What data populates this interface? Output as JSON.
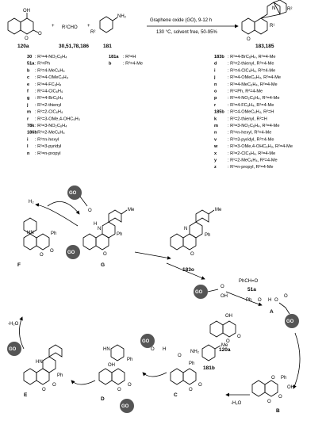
{
  "reaction": {
    "reagent_left": "120a",
    "reagent_middle_formula": "R¹CHO",
    "reagent_middle_ids": "30,51,78,186",
    "reagent_right": "181",
    "plus": "+",
    "conditions_top": "Graphene oxide (GO), 9-12 h",
    "conditions_bottom": "130 °C, solvent free, 50-95%",
    "product": "183,185"
  },
  "substituents_left": [
    {
      "id": "30",
      "text": ": R¹=4-NO₂C₆H₄"
    },
    {
      "id": "51a",
      "text": ": R¹=Ph"
    },
    {
      "id": "b",
      "text": ": R¹=4-MeC₆H₄"
    },
    {
      "id": "c",
      "text": ": R¹=4-OMeC₆H₄"
    },
    {
      "id": "e",
      "text": ": R¹=4-FC₆H₄"
    },
    {
      "id": "f",
      "text": ": R¹=4-ClC₆H₄"
    },
    {
      "id": "g",
      "text": ": R¹=4-BrC₆H₄"
    },
    {
      "id": "j",
      "text": ": R¹=2-thienyl"
    },
    {
      "id": "m",
      "text": ": R¹=2-ClC₆H₄"
    },
    {
      "id": "r",
      "text": ": R¹=3-OMe,4-OHC₆H₃"
    },
    {
      "id": "78k",
      "text": ": R¹=3-NO₂C₆H₄"
    },
    {
      "id": "186h",
      "text": ": R¹=2-MeC₆H₄"
    },
    {
      "id": "i",
      "text": ": R¹=n-hexyl"
    },
    {
      "id": "l",
      "text": ": R¹=3-pyridyl"
    },
    {
      "id": "n",
      "text": ": R¹=n-propyl"
    }
  ],
  "amines": [
    {
      "id": "181a",
      "text": ": R²=H"
    },
    {
      "id": "b",
      "text": ": R²=4-Me"
    }
  ],
  "substituents_right": [
    {
      "id": "183b",
      "text": ": R¹=4-BrC₆H₄, R²=4-Me"
    },
    {
      "id": "d",
      "text": ": R¹=2-thienyl, R²=4-Me"
    },
    {
      "id": "i",
      "text": ": R¹=4-ClC₆H₄, R²=4-Me"
    },
    {
      "id": "j",
      "text": ": R¹=4-OMeC₆H₄, R²=4-Me"
    },
    {
      "id": "n",
      "text": ": R¹=4-MeC₆H₄, R²=4-Me"
    },
    {
      "id": "o",
      "text": ": R¹=Ph, R²=4-Me"
    },
    {
      "id": "p",
      "text": ": R¹=4-NO₂C₆H₄, R²=4-Me"
    },
    {
      "id": "r",
      "text": ": R¹=4-FC₆H₄, R²=4-Me"
    },
    {
      "id": "185b",
      "text": ": R¹=4-OMeC₆H₄, R²=H"
    },
    {
      "id": "k",
      "text": ": R¹=2-thienyl, R²=H"
    },
    {
      "id": "m",
      "text": ": R¹=3-NO₂C₆H₄, R²=4-Me"
    },
    {
      "id": "n",
      "text": ": R¹=n-hexyl, R²=4-Me"
    },
    {
      "id": "v",
      "text": ": R¹=3-pyridyl, R²=4-Me"
    },
    {
      "id": "w",
      "text": ": R¹=3-OMe,4-OHC₆H₃, R²=4-Me"
    },
    {
      "id": "x",
      "text": ": R¹=2-ClC₆H₄, R²=4-Me"
    },
    {
      "id": "y",
      "text": ": R¹=2-MeC₆H₄, R²=4-Me"
    },
    {
      "id": "z",
      "text": ": R¹=n-propyl, R²=4-Me"
    }
  ],
  "mechanism": {
    "go_label": "GO",
    "h2": "H₂",
    "intermediate_g": "G",
    "product_183o": "183o",
    "benzaldehyde": "PhCH=O",
    "benzaldehyde_id": "51a",
    "intermediate_a": "A",
    "coumarin_id": "120a",
    "intermediate_b": "B",
    "intermediate_c": "C",
    "intermediate_d": "D",
    "intermediate_e": "E",
    "intermediate_f": "F",
    "amine_id": "181b",
    "minus_water_1": "-H₂O",
    "minus_water_2": "-H₂O",
    "ph": "Ph",
    "oh": "OH",
    "hn": "HN",
    "n": "N",
    "h": "H",
    "o": "O",
    "me": "Me",
    "r1": "R¹",
    "r2": "R²",
    "nh2": "NH₂"
  }
}
